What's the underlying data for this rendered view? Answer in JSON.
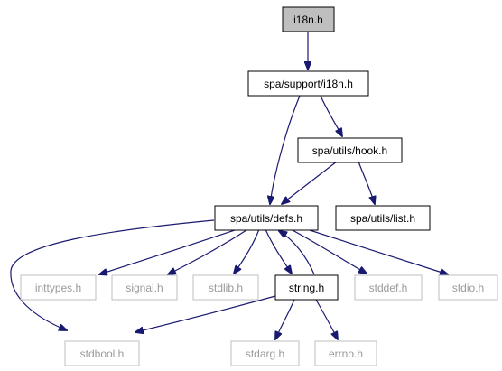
{
  "colors": {
    "edge": "#191970",
    "node_border": "#000000",
    "external_border": "#bfbfbf",
    "root_fill": "#bfbfbf",
    "node_fill": "#ffffff",
    "external_text": "#9a9a9a"
  },
  "nodes": {
    "root": {
      "label": "i18n.h",
      "kind": "root"
    },
    "support_i18n": {
      "label": "spa/support/i18n.h",
      "kind": "file"
    },
    "hook": {
      "label": "spa/utils/hook.h",
      "kind": "file"
    },
    "defs": {
      "label": "spa/utils/defs.h",
      "kind": "file"
    },
    "list": {
      "label": "spa/utils/list.h",
      "kind": "file"
    },
    "string": {
      "label": "string.h",
      "kind": "file"
    },
    "inttypes": {
      "label": "inttypes.h",
      "kind": "external"
    },
    "signal": {
      "label": "signal.h",
      "kind": "external"
    },
    "stdlib": {
      "label": "stdlib.h",
      "kind": "external"
    },
    "stddef": {
      "label": "stddef.h",
      "kind": "external"
    },
    "stdio": {
      "label": "stdio.h",
      "kind": "external"
    },
    "stdbool": {
      "label": "stdbool.h",
      "kind": "external"
    },
    "stdarg": {
      "label": "stdarg.h",
      "kind": "external"
    },
    "errno": {
      "label": "errno.h",
      "kind": "external"
    }
  },
  "edges": [
    [
      "root",
      "support_i18n"
    ],
    [
      "support_i18n",
      "hook"
    ],
    [
      "support_i18n",
      "defs"
    ],
    [
      "hook",
      "defs"
    ],
    [
      "hook",
      "list"
    ],
    [
      "defs",
      "inttypes"
    ],
    [
      "defs",
      "signal"
    ],
    [
      "defs",
      "stdlib"
    ],
    [
      "defs",
      "string"
    ],
    [
      "defs",
      "stddef"
    ],
    [
      "defs",
      "stdio"
    ],
    [
      "defs",
      "stdbool"
    ],
    [
      "string",
      "defs"
    ],
    [
      "string",
      "stdbool"
    ],
    [
      "string",
      "stdarg"
    ],
    [
      "string",
      "errno"
    ]
  ]
}
